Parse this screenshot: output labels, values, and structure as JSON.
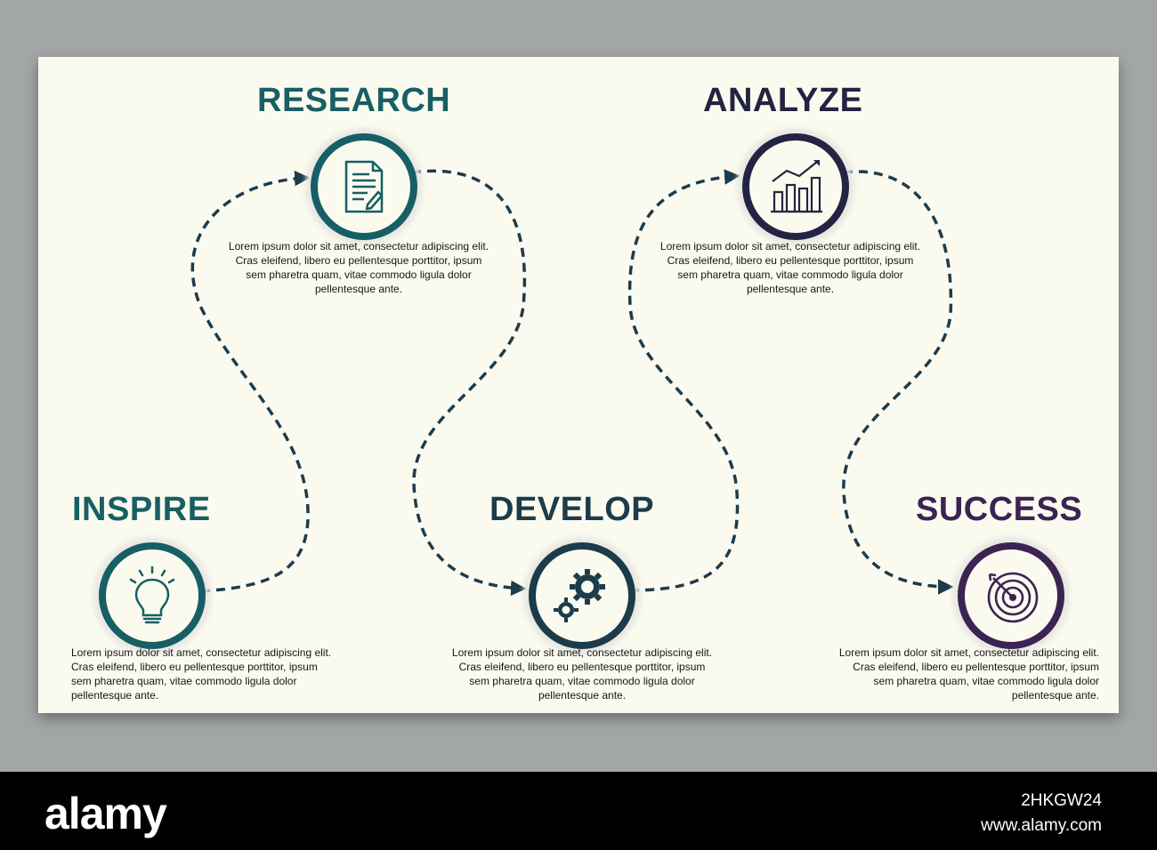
{
  "steps": [
    {
      "title": "INSPIRE",
      "icon": "lightbulb-icon",
      "color": "#175f65",
      "description": "Lorem ipsum dolor sit amet, consectetur adipiscing elit.\nCras eleifend, libero eu pellentesque porttitor, ipsum\nsem pharetra quam, vitae commodo ligula dolor\npellentesque ante."
    },
    {
      "title": "RESEARCH",
      "icon": "document-pen-icon",
      "color": "#175f65",
      "description": "Lorem ipsum dolor sit amet, consectetur adipiscing elit.\nCras eleifend, libero eu pellentesque porttitor, ipsum\nsem pharetra quam, vitae commodo ligula dolor\npellentesque ante."
    },
    {
      "title": "DEVELOP",
      "icon": "gears-icon",
      "color": "#1c3c4b",
      "description": "Lorem ipsum dolor sit amet, consectetur adipiscing elit.\nCras eleifend, libero eu pellentesque porttitor, ipsum\nsem pharetra quam, vitae commodo ligula dolor\npellentesque ante."
    },
    {
      "title": "ANALYZE",
      "icon": "bar-chart-trend-icon",
      "color": "#222442",
      "description": "Lorem ipsum dolor sit amet, consectetur adipiscing elit.\nCras eleifend, libero eu pellentesque porttitor, ipsum\nsem pharetra quam, vitae commodo ligula dolor\npellentesque ante."
    },
    {
      "title": "SUCCESS",
      "icon": "target-arrow-icon",
      "color": "#3b2452",
      "description": "Lorem ipsum dolor sit amet, consectetur adipiscing elit.\nCras eleifend, libero eu pellentesque porttitor, ipsum\nsem pharetra quam, vitae commodo ligula dolor\npellentesque ante."
    }
  ],
  "path_color": "#1c3c4b",
  "footer": {
    "brand": "alamy",
    "image_id": "2HKGW24",
    "url": "www.alamy.com"
  }
}
